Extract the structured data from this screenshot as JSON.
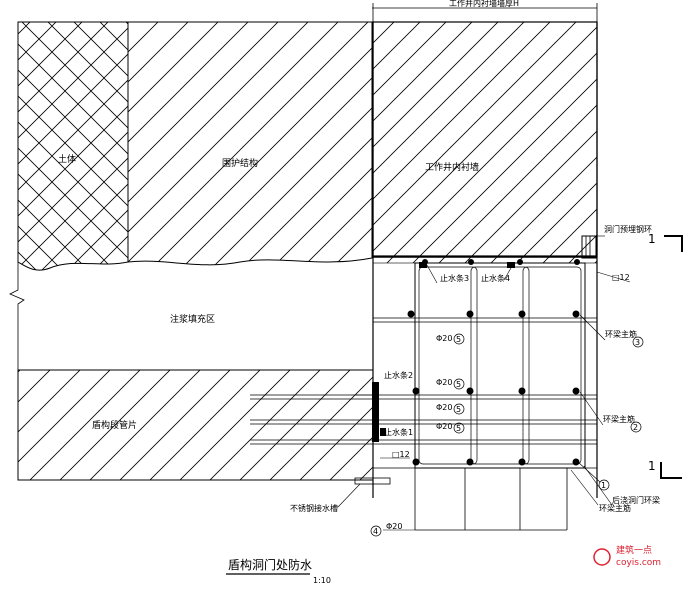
{
  "labels": {
    "top_dimension": "工作井内衬墙墙厚H",
    "soil": "土体",
    "retaining": "围护结构",
    "inner_lining_wall": "工作井内衬墙",
    "grout_zone": "注浆填充区",
    "segment": "盾构段管片",
    "door_ring": "洞门预埋钢环",
    "stop1": "止水条1",
    "stop2": "止水条2",
    "stop3": "止水条3",
    "stop4": "止水条4",
    "plate12_top": "□12",
    "plate12_bottom": "□12",
    "bar_d20_a": "Φ20",
    "bar_d20_b": "Φ20",
    "bar_d20_c": "Φ20",
    "bar_d20_d": "Φ20",
    "bar_d20_e": "Φ20",
    "circle5": "5",
    "circle4": "4",
    "circle3": "3",
    "circle2": "2",
    "circle1": "1",
    "ring_main_3": "环梁主筋",
    "ring_main_2": "环梁主筋",
    "ring_main_1": "环梁主筋",
    "cast_ring_beam": "后浇洞门环梁",
    "steel_waterstop": "不锈钢接水槽",
    "section_mark_top": "1",
    "section_mark_bottom": "1",
    "drawing_title": "盾构洞门处防水",
    "scale": "1:10",
    "watermark_brand": "建筑一点",
    "watermark_url": "coyis.com"
  }
}
